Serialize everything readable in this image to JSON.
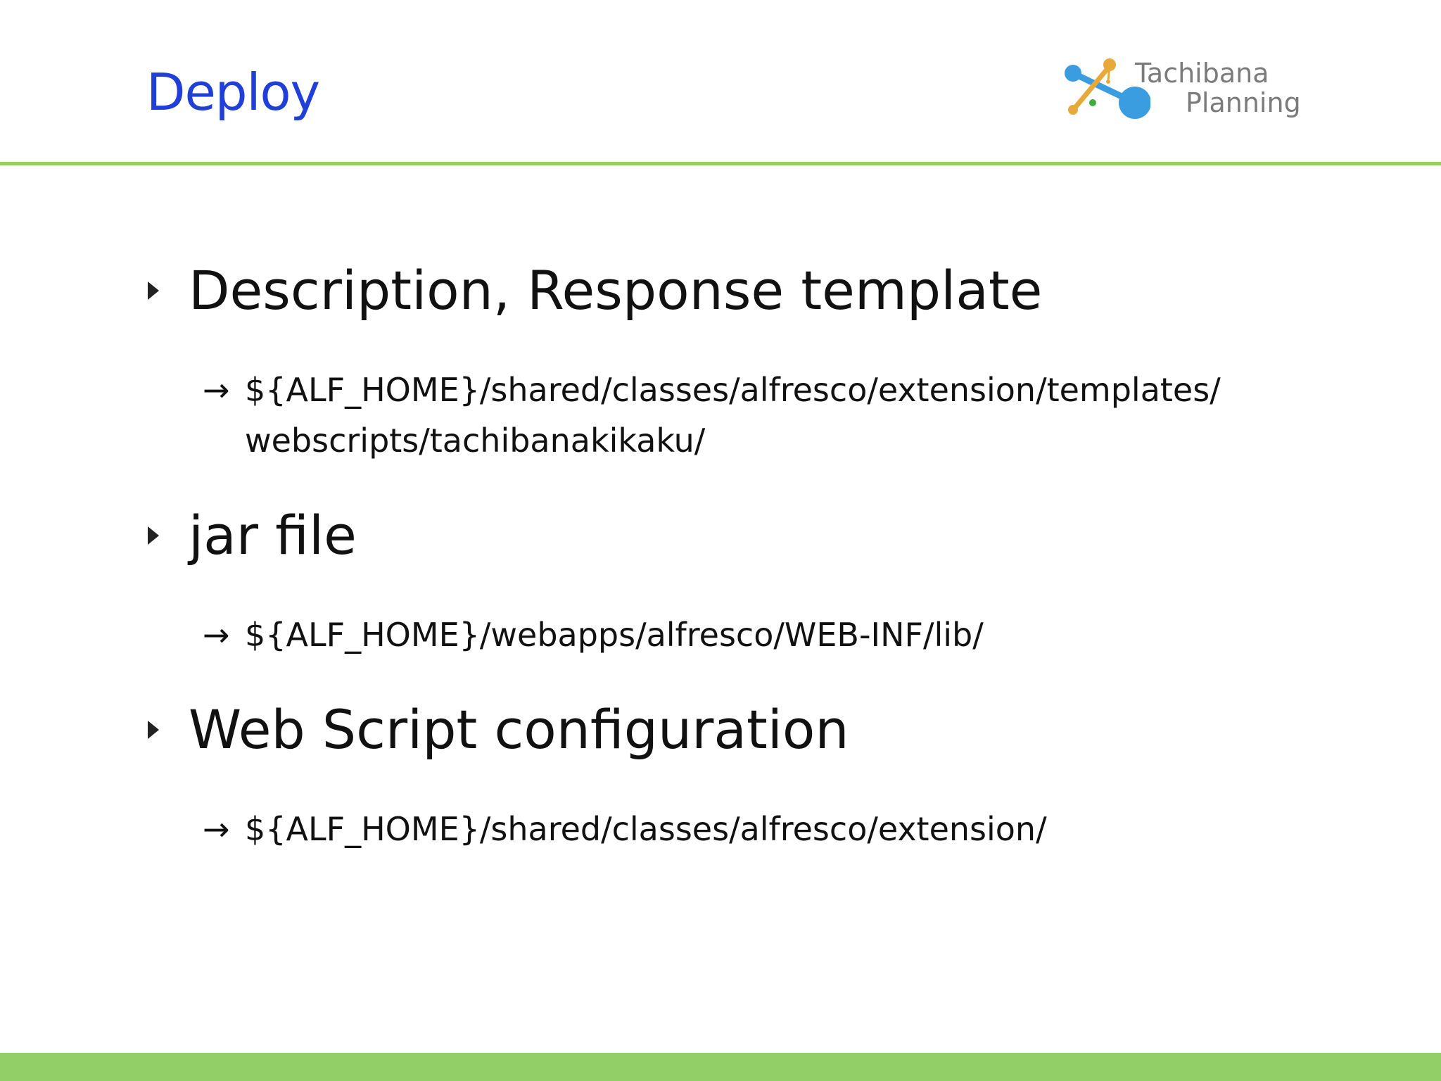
{
  "slide": {
    "title": "Deploy",
    "logo": {
      "line1": "Tachibana",
      "line2": "Planning",
      "colors": {
        "blue": "#3a9de0",
        "orange": "#e7a93a",
        "green": "#3cae3c",
        "text": "#7b7b7b"
      }
    },
    "accent_color": "#92cf66",
    "title_color": "#1f3fd8",
    "bullets": [
      {
        "label": "Description, Response template",
        "arrow": "→",
        "path_line1": "${ALF_HOME}/shared/classes/alfresco/extension/templates/",
        "path_line2": "webscripts/tachibanakikaku/"
      },
      {
        "label": "jar file",
        "arrow": "→",
        "path_line1": "${ALF_HOME}/webapps/alfresco/WEB-INF/lib/"
      },
      {
        "label": "Web Script configuration",
        "arrow": "→",
        "path_line1": "${ALF_HOME}/shared/classes/alfresco/extension/"
      }
    ]
  }
}
